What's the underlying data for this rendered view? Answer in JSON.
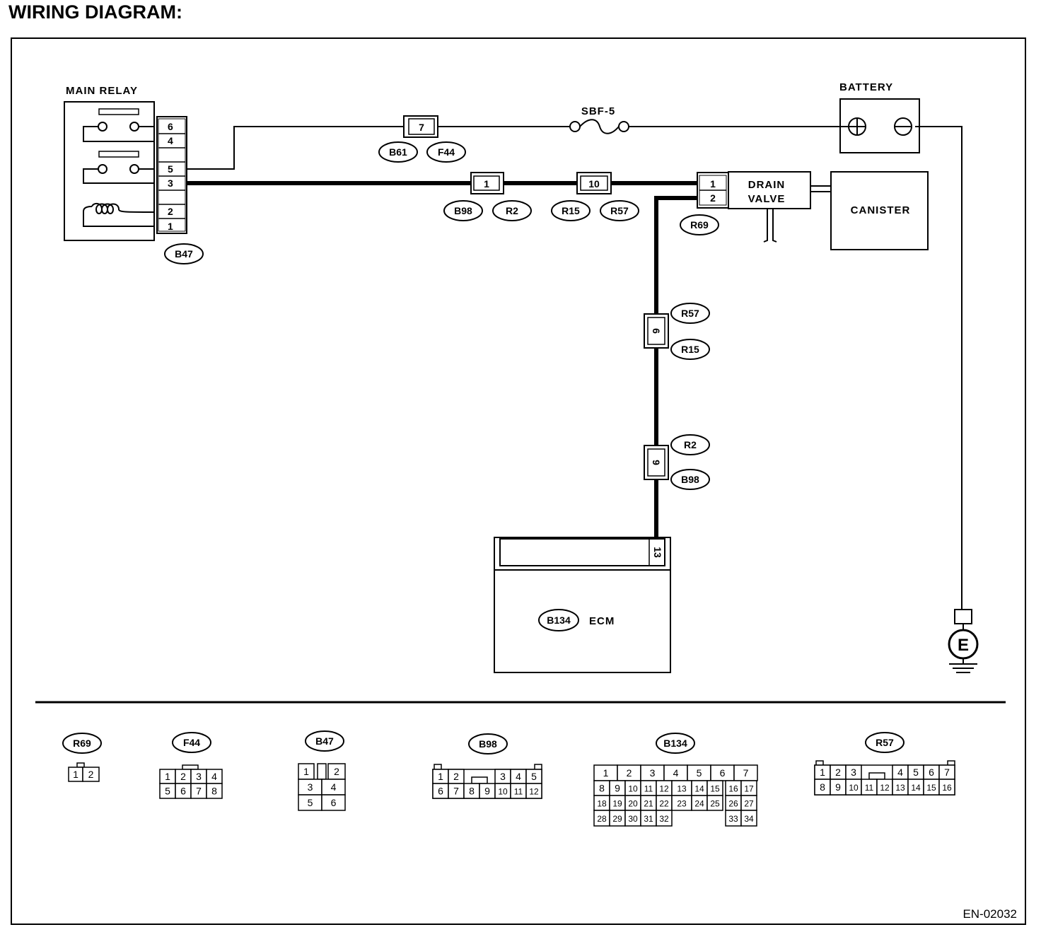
{
  "title": "WIRING DIAGRAM:",
  "figure_code": "EN-02032",
  "components": {
    "main_relay": "MAIN RELAY",
    "battery": "BATTERY",
    "fuse": "SBF-5",
    "drain_valve": [
      "DRAIN",
      "VALVE"
    ],
    "canister": "CANISTER",
    "ecm": "ECM",
    "ecm_connector": "B134",
    "ground": "E"
  },
  "relay_connector": {
    "id": "B47",
    "pins": [
      "6",
      "4",
      "5",
      "3",
      "2",
      "1"
    ]
  },
  "inline_connectors": [
    {
      "pin": "7",
      "ids": [
        "B61",
        "F44"
      ]
    },
    {
      "pin": "1",
      "ids": [
        "B98",
        "R2"
      ]
    },
    {
      "pin": "10",
      "ids": [
        "R15",
        "R57"
      ]
    },
    {
      "pin": "6",
      "ids": [
        "R57",
        "R15"
      ]
    },
    {
      "pin": "9",
      "ids": [
        "R2",
        "B98"
      ]
    }
  ],
  "drain_valve_connector": {
    "id": "R69",
    "pins": [
      "1",
      "2"
    ]
  },
  "ecm_pin": "13",
  "connector_faces": [
    {
      "id": "R69",
      "rows": [
        [
          "1",
          "2"
        ]
      ]
    },
    {
      "id": "F44",
      "rows": [
        [
          "1",
          "2",
          "3",
          "4"
        ],
        [
          "5",
          "6",
          "7",
          "8"
        ]
      ]
    },
    {
      "id": "B47",
      "rows": [
        [
          "1",
          "2"
        ],
        [
          "3",
          "4"
        ],
        [
          "5",
          "6"
        ]
      ]
    },
    {
      "id": "B98",
      "rows": [
        [
          "1",
          "2",
          "3",
          "4",
          "5"
        ],
        [
          "6",
          "7",
          "8",
          "9",
          "10",
          "11",
          "12"
        ]
      ]
    },
    {
      "id": "B134",
      "rows": [
        [
          "1",
          "2",
          "3",
          "4",
          "5",
          "6",
          "7"
        ],
        [
          "8",
          "9",
          "10",
          "11",
          "12",
          "13",
          "14",
          "15",
          "16",
          "17"
        ],
        [
          "18",
          "19",
          "20",
          "21",
          "22",
          "23",
          "24",
          "25",
          "26",
          "27"
        ],
        [
          "28",
          "29",
          "30",
          "31",
          "32",
          "33",
          "34"
        ]
      ]
    },
    {
      "id": "R57",
      "rows": [
        [
          "1",
          "2",
          "3",
          "4",
          "5",
          "6",
          "7"
        ],
        [
          "8",
          "9",
          "10",
          "11",
          "12",
          "13",
          "14",
          "15",
          "16"
        ]
      ]
    }
  ]
}
